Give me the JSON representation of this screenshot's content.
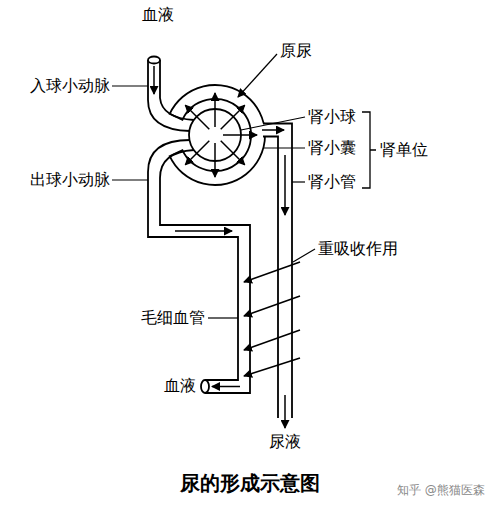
{
  "diagram": {
    "caption": "尿的形成示意图",
    "labels": [
      "血液",
      "入球小动脉",
      "原尿",
      "肾小球",
      "肾小囊",
      "肾单位",
      "出球小动脉",
      "肾小管",
      "重吸收作用",
      "毛细血管",
      "血液",
      "尿液",
      "知乎 @熊猫医森"
    ]
  }
}
